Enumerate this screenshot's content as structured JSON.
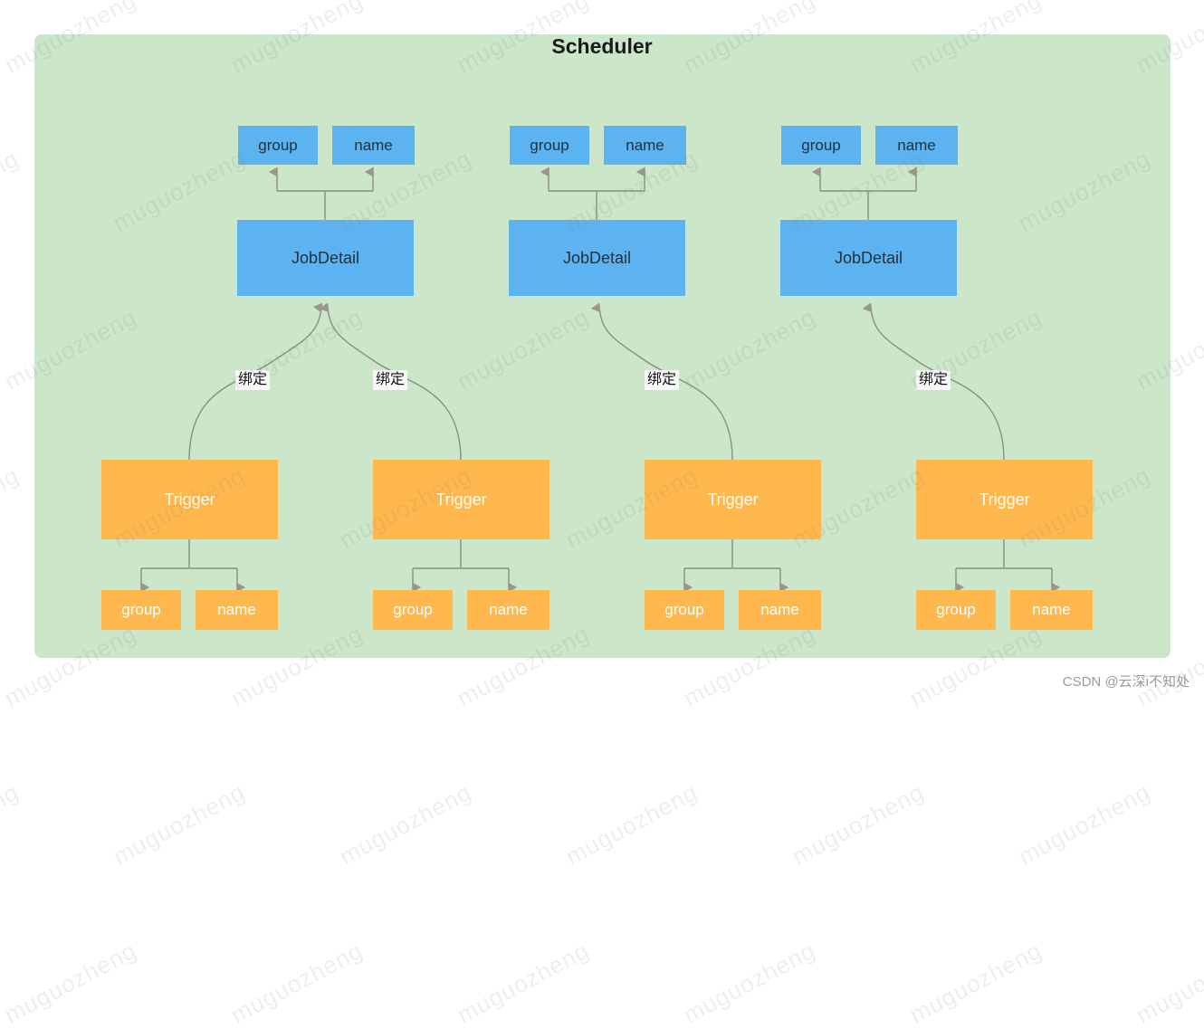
{
  "panel": {
    "title": "Scheduler",
    "background_color": "#cbe6c8"
  },
  "colors": {
    "panel_green": "#cbe6c8",
    "job_blue": "#5cb3ef",
    "trigger_orange": "#ffb84d",
    "connector_gray": "#8a8f7e",
    "arrowhead_gray": "#9a968c",
    "blue_text": "#22313f",
    "orange_text": "#ffffff",
    "title_text": "#1a1a1a",
    "watermark": "rgba(120,120,120,0.13)",
    "footer_text": "#9a9a9a"
  },
  "labels": {
    "group": "group",
    "name": "name",
    "job_detail": "JobDetail",
    "trigger": "Trigger",
    "binding": "绑定"
  },
  "job_groups": [
    {
      "id": "job-1",
      "title": "JobDetail",
      "attributes": [
        "group",
        "name"
      ]
    },
    {
      "id": "job-2",
      "title": "JobDetail",
      "attributes": [
        "group",
        "name"
      ]
    },
    {
      "id": "job-3",
      "title": "JobDetail",
      "attributes": [
        "group",
        "name"
      ]
    }
  ],
  "trigger_groups": [
    {
      "id": "trigger-1",
      "title": "Trigger",
      "attributes": [
        "group",
        "name"
      ],
      "binding_label": "绑定",
      "bound_to": "job-1"
    },
    {
      "id": "trigger-2",
      "title": "Trigger",
      "attributes": [
        "group",
        "name"
      ],
      "binding_label": "绑定",
      "bound_to": "job-1"
    },
    {
      "id": "trigger-3",
      "title": "Trigger",
      "attributes": [
        "group",
        "name"
      ],
      "binding_label": "绑定",
      "bound_to": "job-2"
    },
    {
      "id": "trigger-4",
      "title": "Trigger",
      "attributes": [
        "group",
        "name"
      ],
      "binding_label": "绑定",
      "bound_to": "job-3"
    }
  ],
  "watermark": {
    "text": "muguozheng"
  },
  "footer": {
    "credit": "CSDN @云深i不知处"
  }
}
